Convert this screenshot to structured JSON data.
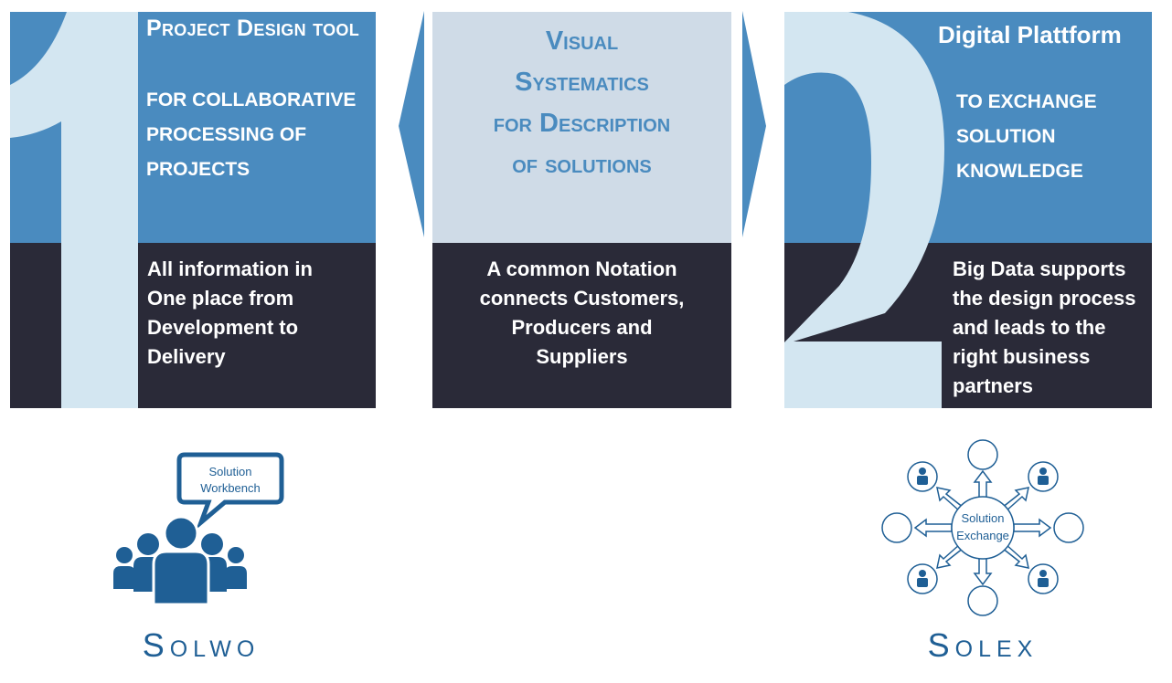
{
  "left": {
    "numeral": "1",
    "title": "Project Design tool",
    "subtitle": [
      "FOR COLLABORATIVE",
      "PROCESSING OF",
      "PROJECTS"
    ],
    "body": [
      "All information in",
      "One place from",
      "Development to",
      "Delivery"
    ]
  },
  "center": {
    "title": [
      "Visual",
      "Systematics",
      "for Description",
      "of solutions"
    ],
    "body": [
      "A common Notation",
      "connects Customers,",
      "Producers and",
      "Suppliers"
    ]
  },
  "right": {
    "numeral": "2",
    "title": "Digital Plattform",
    "subtitle": [
      "TO EXCHANGE",
      "SOLUTION",
      "KNOWLEDGE"
    ],
    "body": [
      "Big Data supports",
      "the design process",
      "and leads to the",
      "right business",
      "partners"
    ]
  },
  "solwo": {
    "bubble": [
      "Solution",
      "Workbench"
    ],
    "name": "Solwo"
  },
  "solex": {
    "hub": [
      "Solution",
      "Exchange"
    ],
    "name": "Solex"
  },
  "colors": {
    "blue": "#4a8bbf",
    "dark": "#2a2a38",
    "light": "#d3e6f1",
    "brand": "#1f5f95"
  }
}
